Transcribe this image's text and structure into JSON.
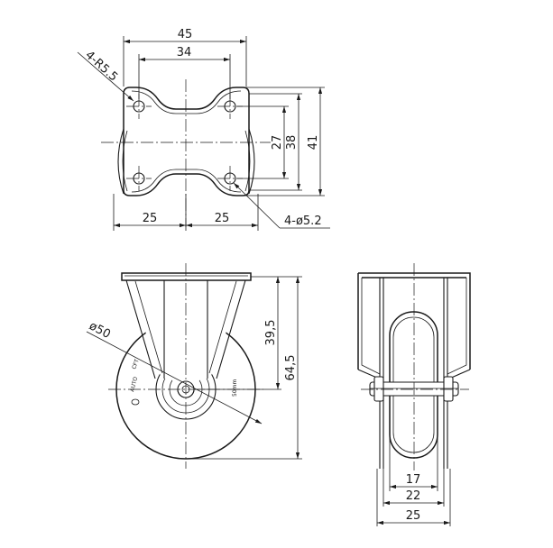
{
  "top_view": {
    "dims": {
      "width_overall": "45",
      "hole_spacing_x": "34",
      "corner_radius": "4-R5.5",
      "hole_spacing_y": "27",
      "height_overall": "41",
      "plate_height": "38",
      "half_left": "25",
      "half_right": "25",
      "hole_dia": "4-ø5.2"
    }
  },
  "front_view": {
    "dims": {
      "wheel_dia": "ø50",
      "axle_height": "39,5",
      "total_height": "64,5"
    },
    "wheel_text": {
      "brand": "AUTO",
      "model": "CFT",
      "size": "50mm"
    }
  },
  "side_view": {
    "dims": {
      "wheel_width": "17",
      "inner_width": "22",
      "outer_width": "25"
    }
  }
}
